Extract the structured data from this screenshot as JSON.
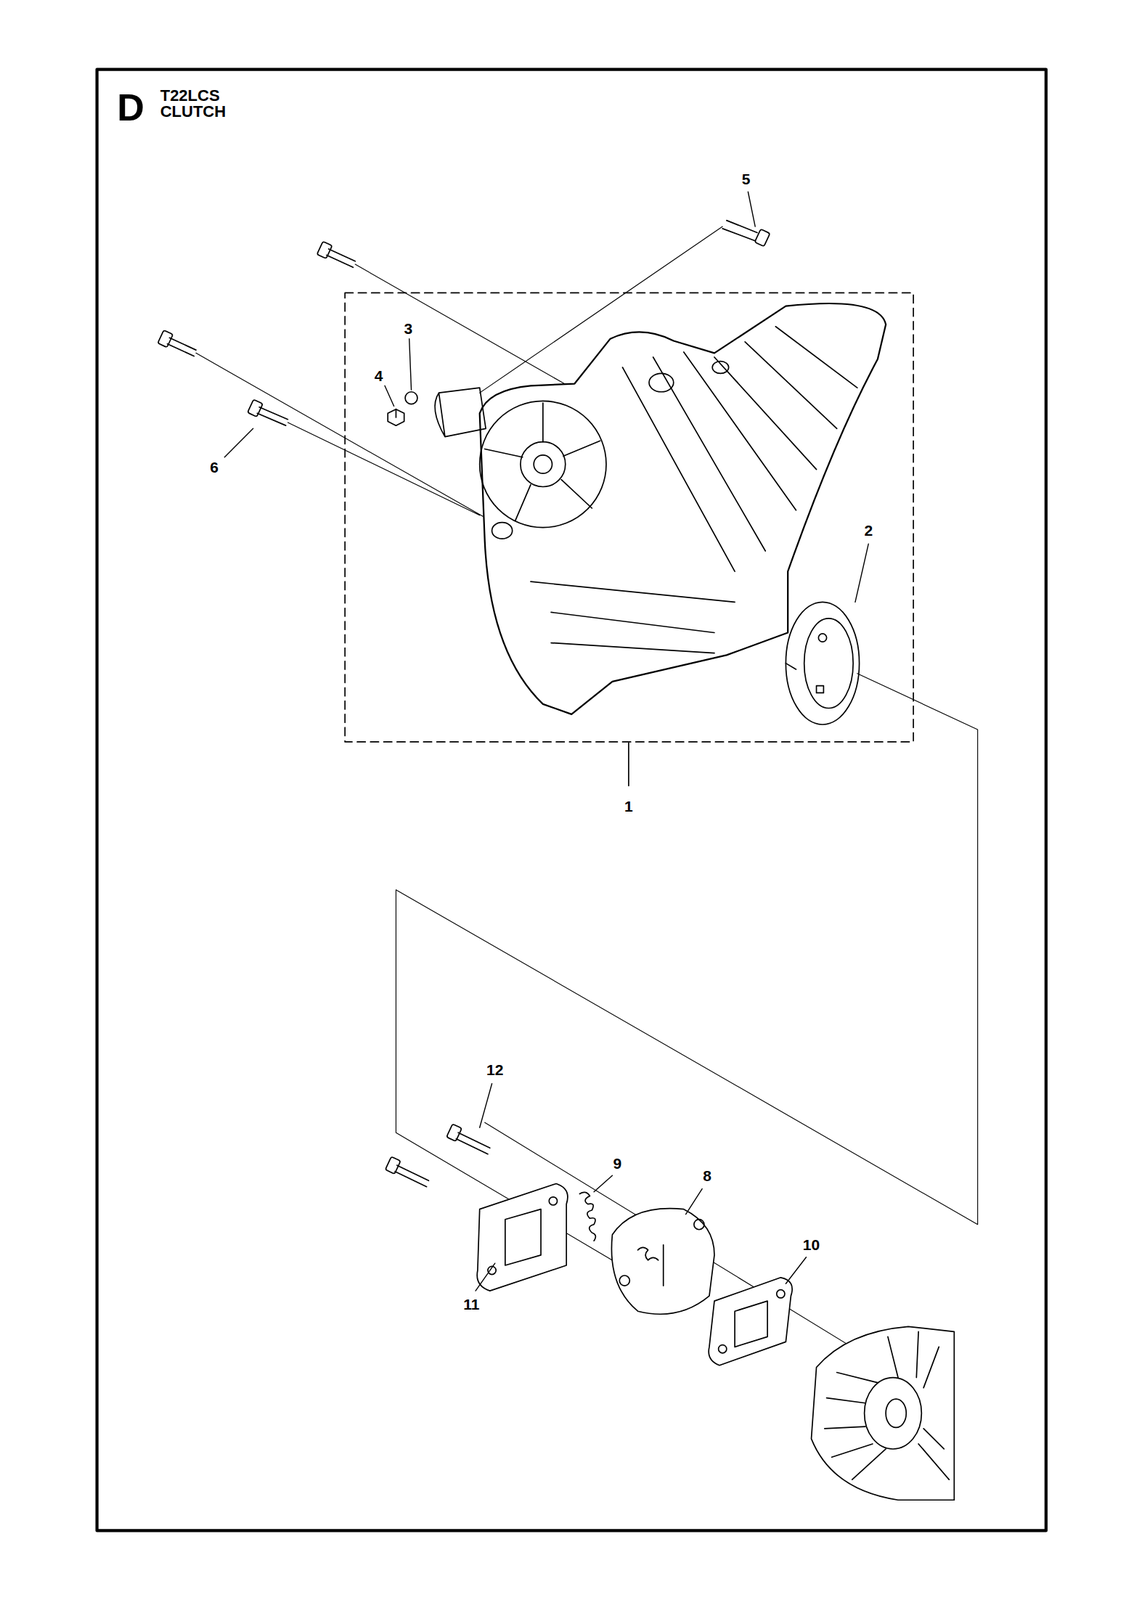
{
  "diagram": {
    "title": "T22LCS CLUTCH",
    "labels": [
      "D",
      "5",
      "3",
      "4",
      "6",
      "2",
      "1",
      "12",
      "9",
      "8",
      "11",
      "10"
    ]
  }
}
